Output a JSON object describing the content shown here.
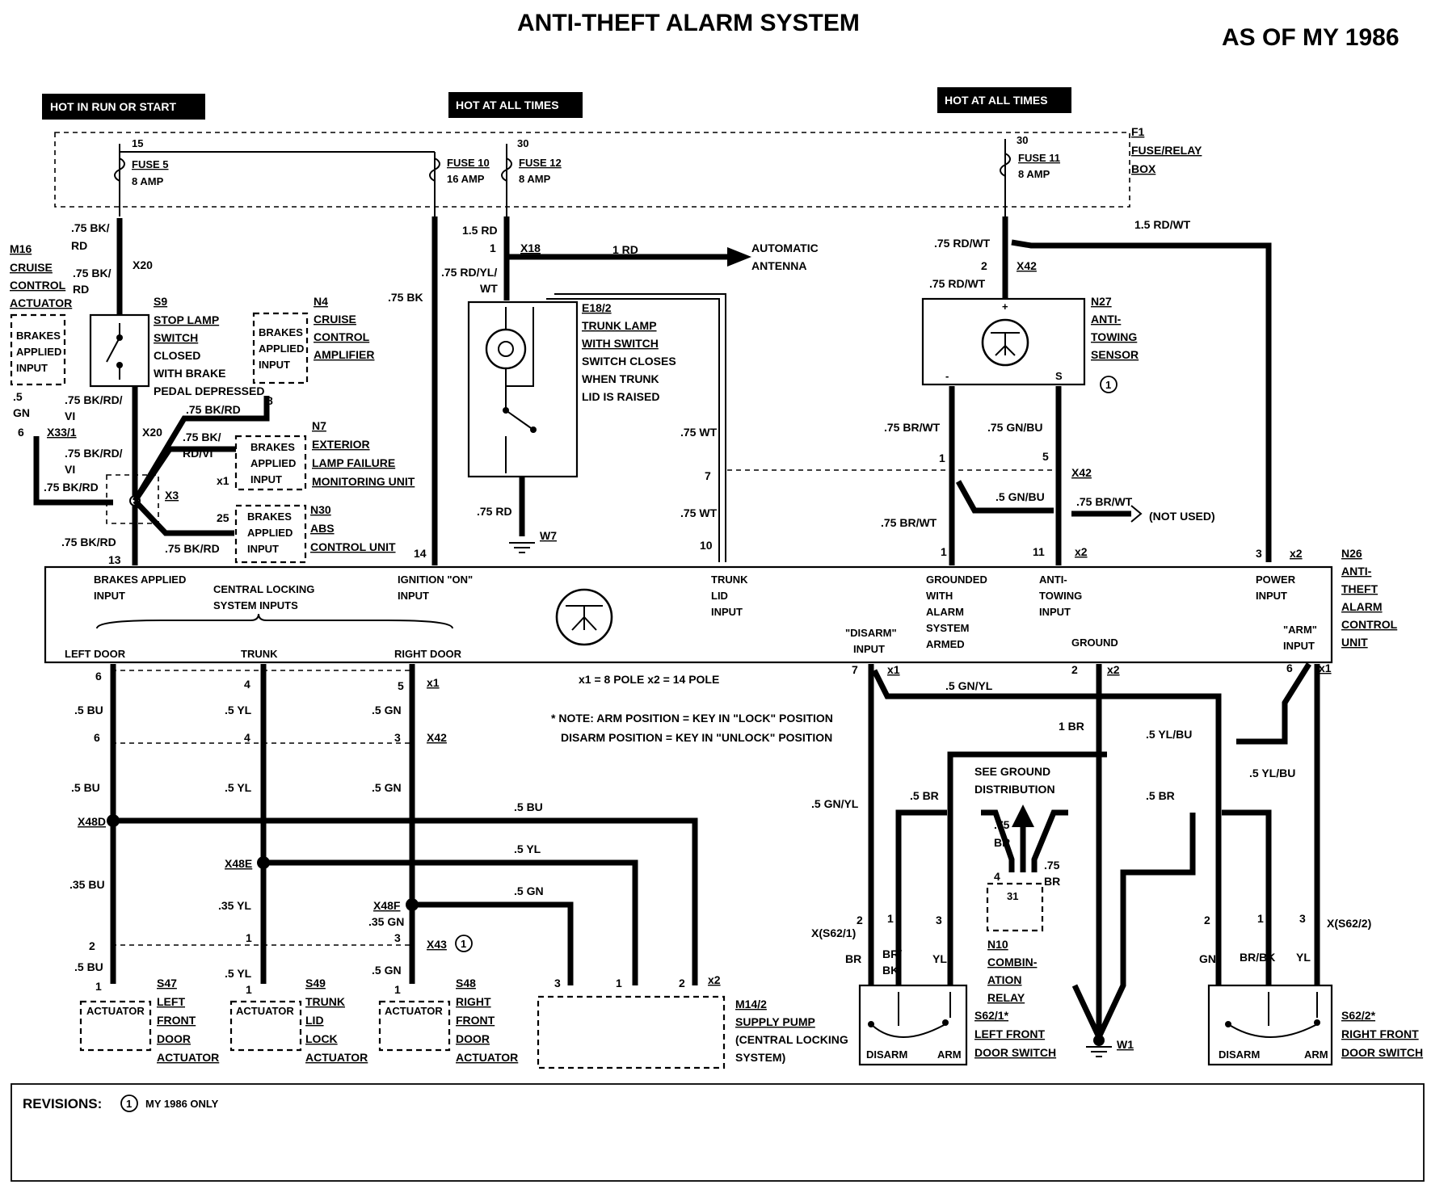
{
  "title": "ANTI-THEFT ALARM SYSTEM",
  "model_year": "AS OF MY 1986",
  "power_tags": {
    "run_start": "HOT IN RUN OR START",
    "all_times_1": "HOT AT ALL TIMES",
    "all_times_2": "HOT AT ALL TIMES"
  },
  "fuse_box": {
    "id": "F1",
    "name_1": "FUSE/RELAY",
    "name_2": "BOX",
    "fuse5": "FUSE 5",
    "fuse5_amp": "8 AMP",
    "fuse5_term": "15",
    "fuse10": "FUSE 10",
    "fuse10_amp": "16 AMP",
    "fuse12": "FUSE 12",
    "fuse12_amp": "8 AMP",
    "fuse12_term": "30",
    "fuse11": "FUSE 11",
    "fuse11_amp": "8 AMP",
    "fuse11_term": "30"
  },
  "components": {
    "m16": {
      "id": "M16",
      "l1": "CRUISE",
      "l2": "CONTROL",
      "l3": "ACTUATOR"
    },
    "s9": {
      "id": "S9",
      "l1": "STOP LAMP",
      "l2": "SWITCH",
      "l3": "CLOSED",
      "l4": "WITH BRAKE",
      "l5": "PEDAL DEPRESSED"
    },
    "n4": {
      "id": "N4",
      "l1": "CRUISE",
      "l2": "CONTROL",
      "l3": "AMPLIFIER"
    },
    "n7": {
      "id": "N7",
      "l1": "EXTERIOR",
      "l2": "LAMP FAILURE",
      "l3": "MONITORING UNIT"
    },
    "n30": {
      "id": "N30",
      "l1": "ABS",
      "l2": "CONTROL UNIT"
    },
    "e18": {
      "id": "E18/2",
      "l1": "TRUNK LAMP",
      "l2": "WITH SWITCH",
      "l3": "SWITCH CLOSES",
      "l4": "WHEN TRUNK",
      "l5": "LID IS RAISED"
    },
    "n27": {
      "id": "N27",
      "l1": "ANTI-",
      "l2": "TOWING",
      "l3": "SENSOR"
    },
    "n26": {
      "id": "N26",
      "l1": "ANTI-",
      "l2": "THEFT",
      "l3": "ALARM",
      "l4": "CONTROL",
      "l5": "UNIT"
    },
    "s47": {
      "id": "S47",
      "l1": "LEFT",
      "l2": "FRONT",
      "l3": "DOOR",
      "l4": "ACTUATOR"
    },
    "s49": {
      "id": "S49",
      "l1": "TRUNK",
      "l2": "LID",
      "l3": "LOCK",
      "l4": "ACTUATOR"
    },
    "s48": {
      "id": "S48",
      "l1": "RIGHT",
      "l2": "FRONT",
      "l3": "DOOR",
      "l4": "ACTUATOR"
    },
    "m14": {
      "id": "M14/2",
      "l1": "SUPPLY PUMP",
      "l2": "(CENTRAL LOCKING",
      "l3": "SYSTEM)"
    },
    "s621": {
      "id": "S62/1*",
      "l1": "LEFT FRONT",
      "l2": "DOOR SWITCH"
    },
    "n10": {
      "id": "N10",
      "l1": "COMBIN-",
      "l2": "ATION",
      "l3": "RELAY",
      "term": "31"
    },
    "s622": {
      "id": "S62/2*",
      "l1": "RIGHT FRONT",
      "l2": "DOOR SWITCH"
    }
  },
  "inner_boxes": {
    "brakes_l1": "BRAKES",
    "brakes_l2": "APPLIED",
    "brakes_l3": "INPUT",
    "actuator": "ACTUATOR",
    "disarm": "DISARM",
    "arm": "ARM"
  },
  "control_unit_inputs": {
    "brakes_applied_1": "BRAKES APPLIED",
    "brakes_applied_2": "INPUT",
    "central_locking_1": "CENTRAL LOCKING",
    "central_locking_2": "SYSTEM INPUTS",
    "ignition_1": "IGNITION \"ON\"",
    "ignition_2": "INPUT",
    "trunk_1": "TRUNK",
    "trunk_2": "LID",
    "trunk_3": "INPUT",
    "grounded_1": "GROUNDED",
    "grounded_2": "WITH",
    "grounded_3": "ALARM",
    "grounded_4": "SYSTEM",
    "grounded_5": "ARMED",
    "antitowing_1": "ANTI-",
    "antitowing_2": "TOWING",
    "antitowing_3": "INPUT",
    "power_1": "POWER",
    "power_2": "INPUT",
    "disarm_1": "\"DISARM\"",
    "disarm_2": "INPUT",
    "ground": "GROUND",
    "arm_1": "\"ARM\"",
    "arm_2": "INPUT",
    "left_door": "LEFT DOOR",
    "trunk_in": "TRUNK",
    "right_door": "RIGHT DOOR"
  },
  "connectors": {
    "x20": "X20",
    "x18": "X18",
    "x42": "X42",
    "x33": "X33/1",
    "x3": "X3",
    "x1": "x1",
    "x2": "x2",
    "x48d": "X48D",
    "x48e": "X48E",
    "x48f": "X48F",
    "x43": "X43",
    "xs621": "X(S62/1)",
    "xs622": "X(S62/2)",
    "w7": "W7",
    "w1": "W1"
  },
  "wire_labels": {
    "bk75_1": ".75 BK/",
    "rd_1": "RD",
    "bk75_2": ".75 BK/",
    "rd_2": "RD",
    "gn5a": ".5",
    "gn5b": "GN",
    "bkrdvi_1a": ".75 BK/RD/",
    "bkrdvi_1b": "VI",
    "bkrd_1": ".75 BK/RD",
    "bkrdvi_2a": ".75 BK/",
    "bkrdvi_2b": "RD/VI",
    "bkrdvi_3a": ".75 BK/RD/",
    "bkrdvi_3b": "VI",
    "bkrd_2": ".75 BK/RD",
    "bkrd_3": ".75 BK/RD",
    "bkrd_4": ".75 BK/RD",
    "bk75_3": ".75 BK",
    "rd15": "1.5 RD",
    "rd1": "1 RD",
    "rdylwt_a": ".75 RD/YL/",
    "rdylwt_b": "WT",
    "auto_ant_1": "AUTOMATIC",
    "auto_ant_2": "ANTENNA",
    "rd75": ".75 RD",
    "wt75_1": ".75 WT",
    "wt75_2": ".75 WT",
    "rdwt75_1": ".75 RD/WT",
    "rdwt75_2": ".75 RD/WT",
    "rdwt15": "1.5 RD/WT",
    "brwt75_1": ".75 BR/WT",
    "gnbu75": ".75 GN/BU",
    "gnbu5": ".5 GN/BU",
    "brwt75_2": ".75 BR/WT",
    "brwt75_3": ".75 BR/WT",
    "not_used": "(NOT USED)",
    "bu5_1": ".5 BU",
    "yl5_1": ".5 YL",
    "gn5_1": ".5 GN",
    "bu5_2": ".5 BU",
    "yl5_2": ".5 YL",
    "gn5_2": ".5 GN",
    "bu5_3": ".5 BU",
    "yl5_3": ".5 YL",
    "gn5_3": ".5 GN",
    "bu35": ".35 BU",
    "yl35": ".35 YL",
    "gn35": ".35 GN",
    "bu5_4": ".5 BU",
    "yl5_4": ".5 YL",
    "gn5_4": ".5 GN",
    "gnyl5_1": ".5 GN/YL",
    "br1": "1 BR",
    "ylbu5_1": ".5 YL/BU",
    "gnyl5_2": ".5 GN/YL",
    "br5_1": ".5 BR",
    "br5_2": ".5 BR",
    "ylbu5_2": ".5 YL/BU",
    "br75a_1": ".75",
    "br75a_2": "BR",
    "br75b_1": ".75",
    "br75b_2": "BR",
    "br_l": "BR",
    "brbk_1": "BR/",
    "brbk_2": "BK",
    "yl_l": "YL",
    "gn_r": "GN",
    "brbk_r": "BR/BK",
    "yl_r": "YL"
  },
  "notes": {
    "poles": "x1 = 8 POLE    x2 = 14 POLE",
    "note1": "* NOTE: ARM POSITION = KEY IN \"LOCK\" POSITION",
    "note2": "DISARM POSITION = KEY IN \"UNLOCK\" POSITION",
    "see_ground_1": "SEE GROUND",
    "see_ground_2": "DISTRIBUTION",
    "revisions": "REVISIONS:",
    "revision_1": "MY 1986 ONLY",
    "rev_marker": "1"
  },
  "pins": {
    "p1": "1",
    "p2": "2",
    "p3": "3",
    "p4": "4",
    "p5": "5",
    "p6": "6",
    "p7": "7",
    "p8": "8",
    "p10": "10",
    "p11": "11",
    "p13": "13",
    "p14": "14",
    "p15": "15",
    "p25": "25",
    "plus": "+",
    "minus": "-",
    "s": "S"
  }
}
